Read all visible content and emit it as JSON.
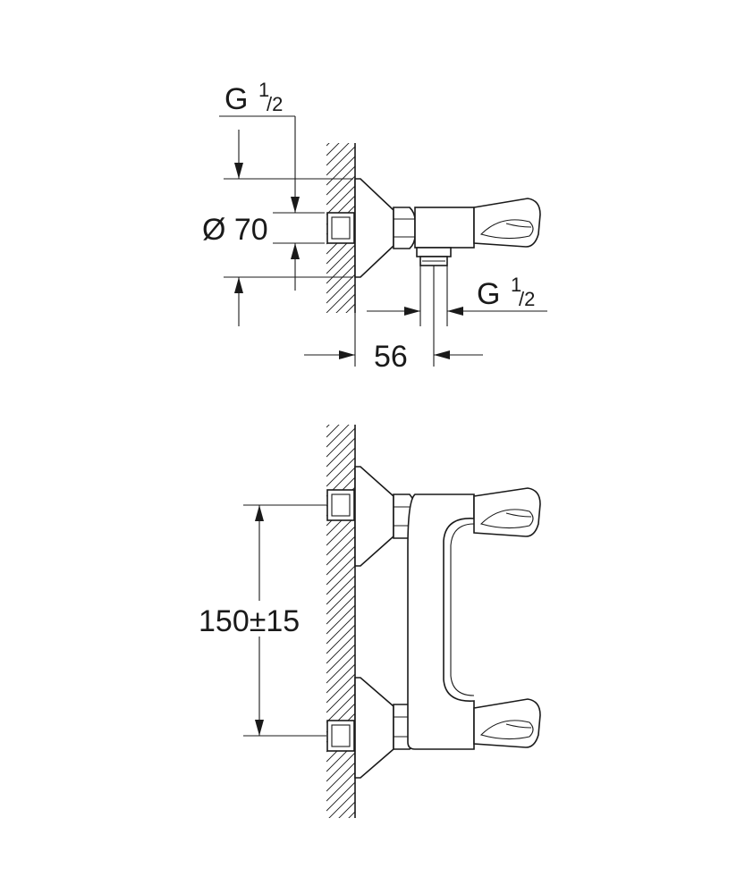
{
  "labels": {
    "top_thread": {
      "main": "G",
      "sup": "1",
      "sub": "/2"
    },
    "diameter": "Ø 70",
    "outlet_thread": {
      "main": "G",
      "sup": "1",
      "sub": "/2"
    },
    "depth": "56",
    "spacing": "150±15"
  }
}
